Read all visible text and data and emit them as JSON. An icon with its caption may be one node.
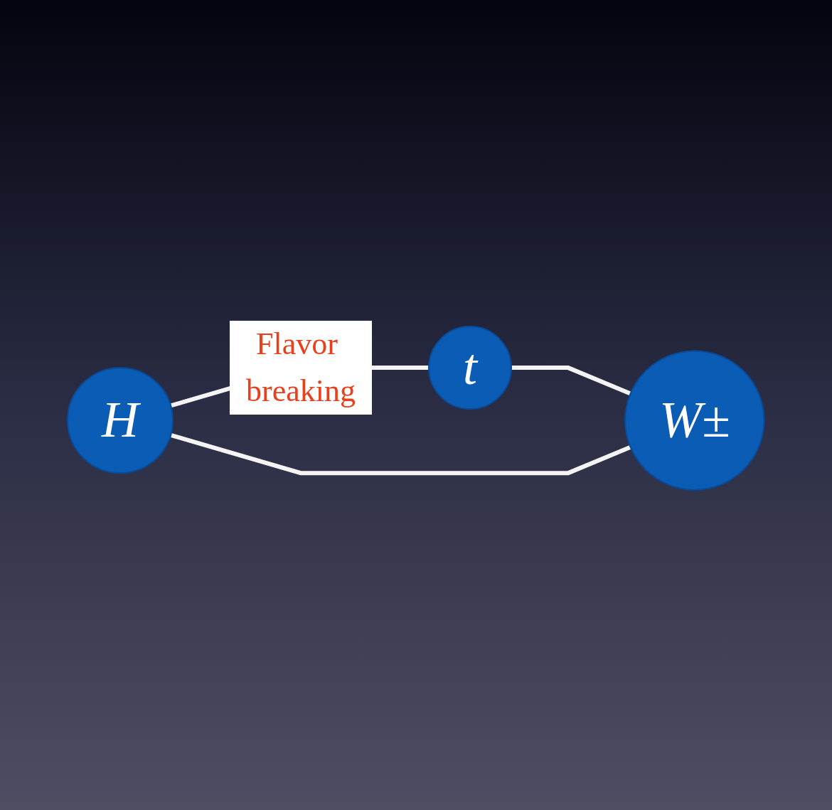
{
  "diagram": {
    "nodes": [
      {
        "text": [
          "t"
        ]
      },
      {
        "text": [
          "H"
        ]
      },
      {
        "text": [
          "W±"
        ]
      }
    ],
    "edges": [
      {
        "from": 1,
        "to": 0,
        "arrow": "none",
        "label": "Flavor breaking"
      },
      {
        "from": 0,
        "to": 2,
        "arrow": "none"
      },
      {
        "from": 1,
        "to": 2,
        "arrow": "none"
      }
    ]
  }
}
